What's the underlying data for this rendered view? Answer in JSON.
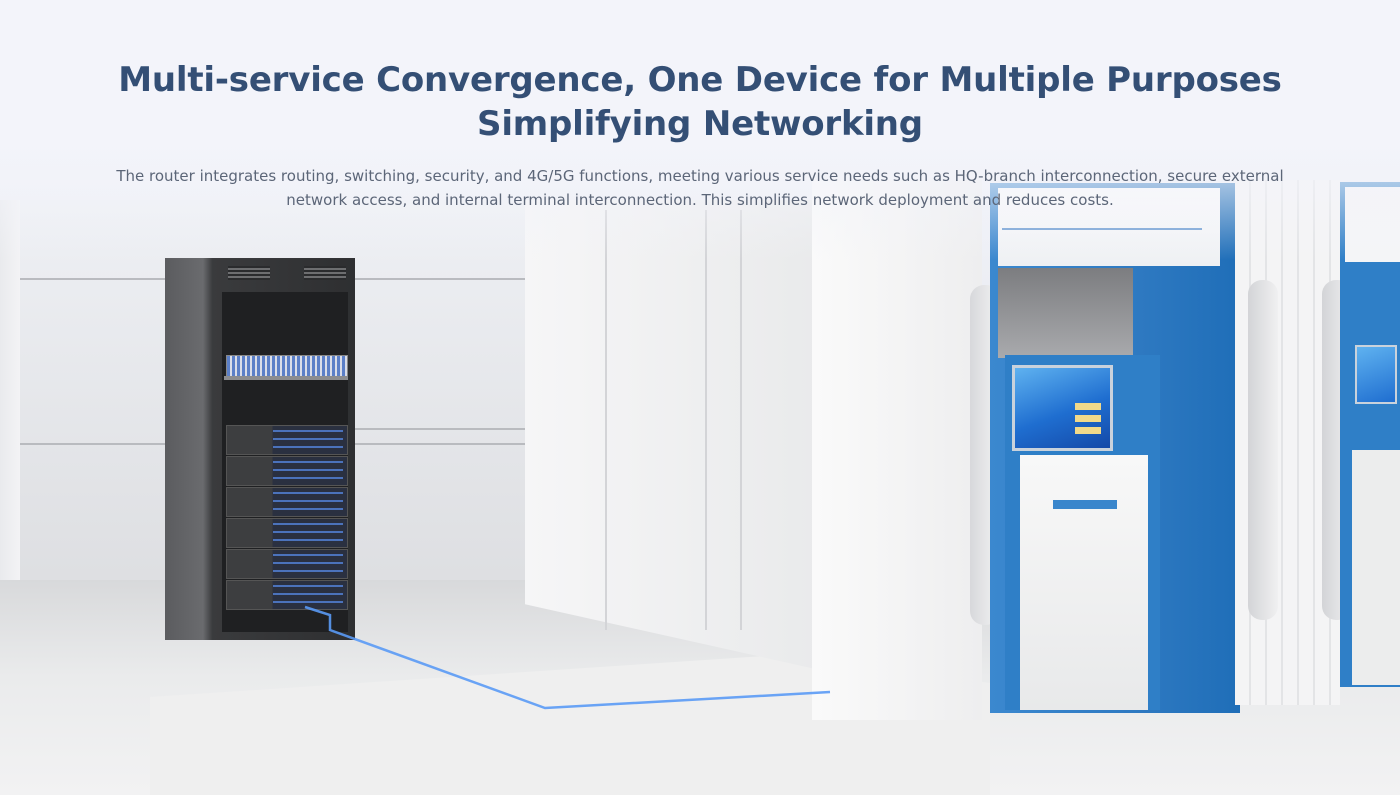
{
  "hero": {
    "title_line1": "Multi-service Convergence, One Device for Multiple Purposes",
    "title_line2": "Simplifying Networking",
    "description": "The router integrates routing, switching, security, and 4G/5G functions, meeting various service needs such as HQ-branch interconnection, secure external network access, and internal terminal interconnection. This simplifies network deployment and reduces costs."
  },
  "illustration": {
    "subject": "Server rack with network router connected by a blue cable to bank self-service kiosks",
    "accent_color": "#2f7fc7",
    "title_color": "#344f75",
    "text_color": "#5c6678"
  }
}
